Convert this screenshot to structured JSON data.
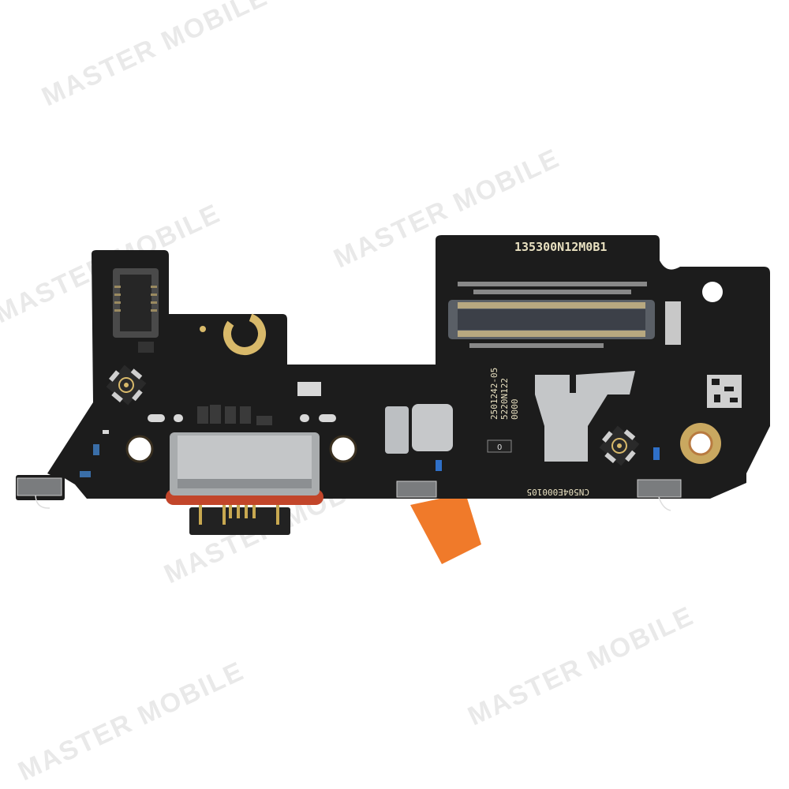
{
  "watermark": {
    "text": "MASTER MOBILE"
  },
  "board": {
    "part_number": "135300N12M0B1",
    "side_label_1": "2501242-05",
    "side_label_2": "5220N122",
    "side_label_3": "0000",
    "bottom_label": "CN504E000105",
    "resistor_mark": "0"
  },
  "colors": {
    "pcb": "#1c1c1c",
    "gold": "#d8b96a",
    "metal": "#b9bcbf",
    "connector_seal": "#c2452a",
    "flex_tape": "#f07a2a"
  }
}
